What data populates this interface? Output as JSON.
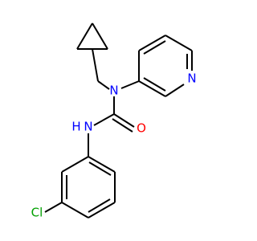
{
  "molecule": {
    "bond_color": "#000000",
    "atoms": {
      "N_amide": {
        "label": "N",
        "color": "#0000ff"
      },
      "O": {
        "label": "O",
        "color": "#ff0000"
      },
      "NH": {
        "label": "N",
        "color": "#0000ff",
        "h_label": "H"
      },
      "N_pyr": {
        "label": "N",
        "color": "#0000ff"
      },
      "Cl": {
        "label": "Cl",
        "color": "#00a000"
      }
    }
  }
}
